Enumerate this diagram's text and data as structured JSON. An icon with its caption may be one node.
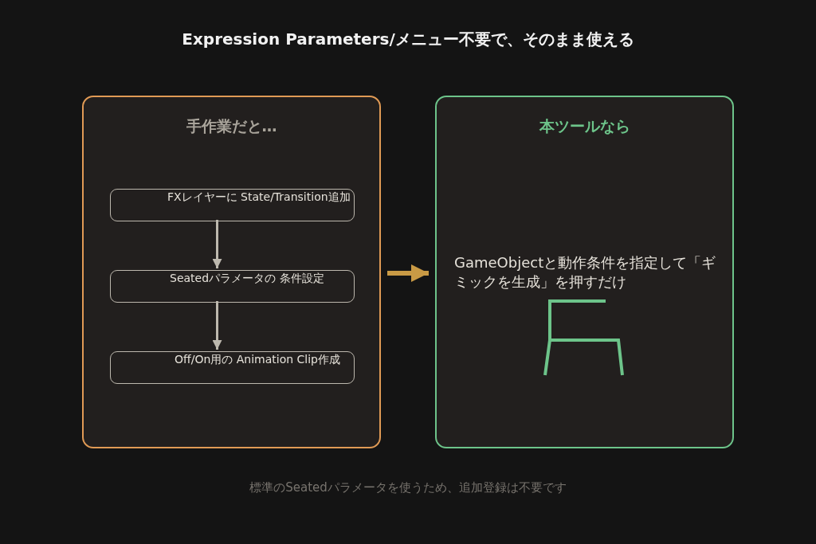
{
  "diagram": {
    "title": "Expression Parameters/メニュー不要で、そのまま使える",
    "caption": "標準のSeatedパラメータを使うため、追加登録は不要です",
    "nodes": [
      {
        "text": [
          "手作業だと…"
        ]
      },
      {
        "text": [
          "FXレイヤーに State/Transition追加"
        ],
        "in": 0
      },
      {
        "text": [
          "Seatedパラメータの 条件設定"
        ],
        "in": 0
      },
      {
        "text": [
          "Off/On用の Animation Clip作成"
        ],
        "in": 0
      },
      {
        "text": [
          "本ツールなら",
          "GameObjectと動作条件を指定して「ギミックを生成」を押すだけ"
        ]
      }
    ],
    "edges": [
      {
        "from": 1,
        "to": 2,
        "arrow": "to"
      },
      {
        "from": 2,
        "to": 3,
        "arrow": "to"
      },
      {
        "from": 0,
        "to": 4,
        "arrow": "to",
        "style": "thick",
        "color": "#c99a45"
      }
    ]
  }
}
